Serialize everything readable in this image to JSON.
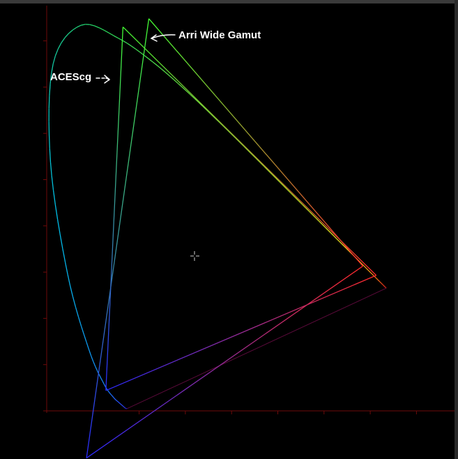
{
  "annotations": {
    "acescg": "ACEScg",
    "arri": "Arri Wide Gamut"
  },
  "colors": {
    "background": "#000000",
    "axes": "#6e0a0a",
    "annotation_text": "#ffffff"
  },
  "icons": {
    "cursor": "crosshair-cursor-icon",
    "arrow_acescg": "dashed-arrow-icon",
    "arrow_arri": "arrow-icon"
  },
  "gamuts": [
    {
      "label_ref": "acescg",
      "primaries": {
        "red": [
          0.713,
          0.293
        ],
        "green": [
          0.165,
          0.83
        ],
        "blue": [
          0.128,
          0.044
        ]
      }
    },
    {
      "label_ref": "arri",
      "primaries": {
        "red": [
          0.684,
          0.313
        ],
        "green": [
          0.221,
          0.848
        ],
        "blue": [
          0.0861,
          -0.102
        ]
      }
    }
  ]
}
